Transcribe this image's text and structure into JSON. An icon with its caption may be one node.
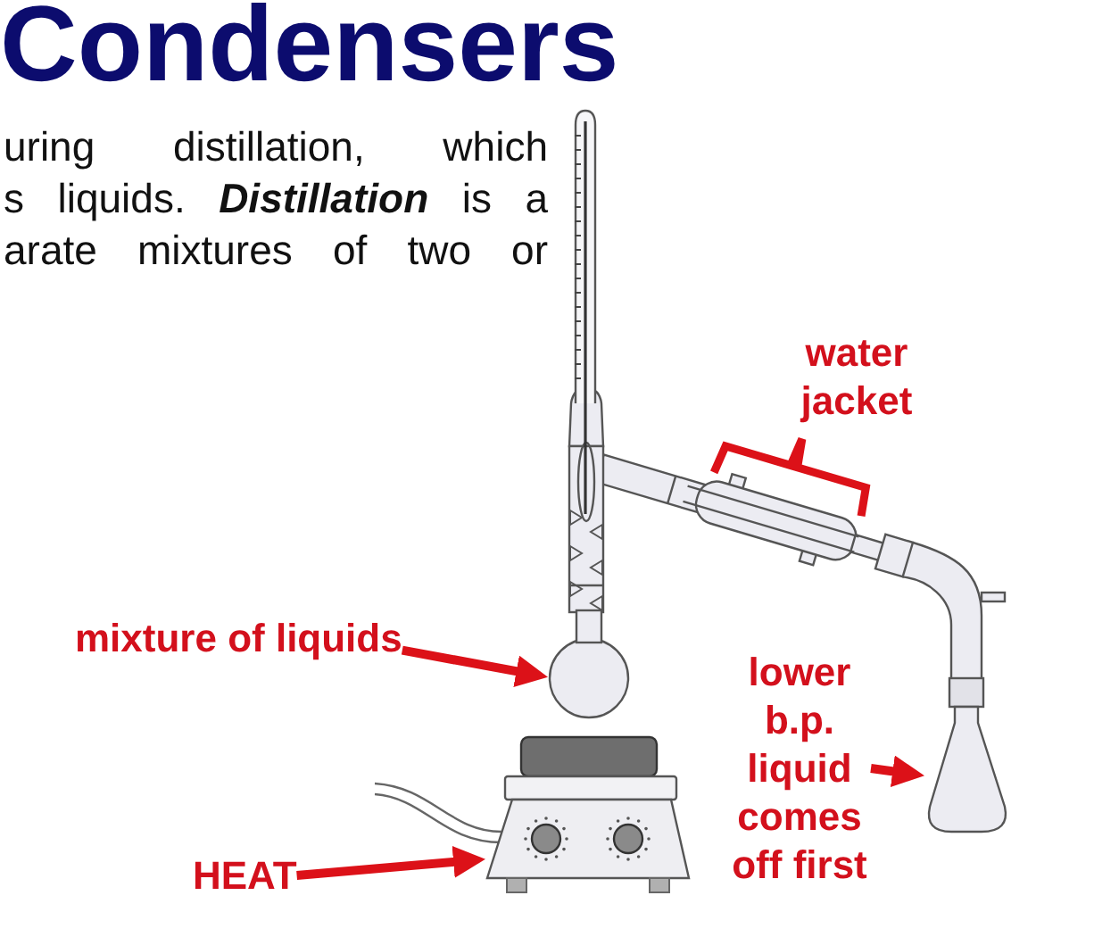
{
  "diagram": {
    "title": "Condensers",
    "nodes": [
      {
        "text": [
          "mixture of liquids"
        ]
      },
      {
        "text": [],
        "shape": "circle"
      },
      {
        "text": [
          "HEAT"
        ]
      },
      {
        "text": [],
        "shape": "picture"
      },
      {
        "text": [
          "lower b.p. liquid comes off first"
        ]
      },
      {
        "text": [],
        "shape": "picture"
      }
    ],
    "edges": [
      {
        "from": 0,
        "to": 1,
        "arrow": "to"
      },
      {
        "from": 2,
        "to": 3,
        "arrow": "to"
      },
      {
        "from": 4,
        "to": 5,
        "arrow": "to"
      }
    ],
    "labels": [
      "uring distillation, which",
      "s liquids. **Distillation** is a",
      "arate mixtures of two or",
      "water jacket"
    ]
  }
}
